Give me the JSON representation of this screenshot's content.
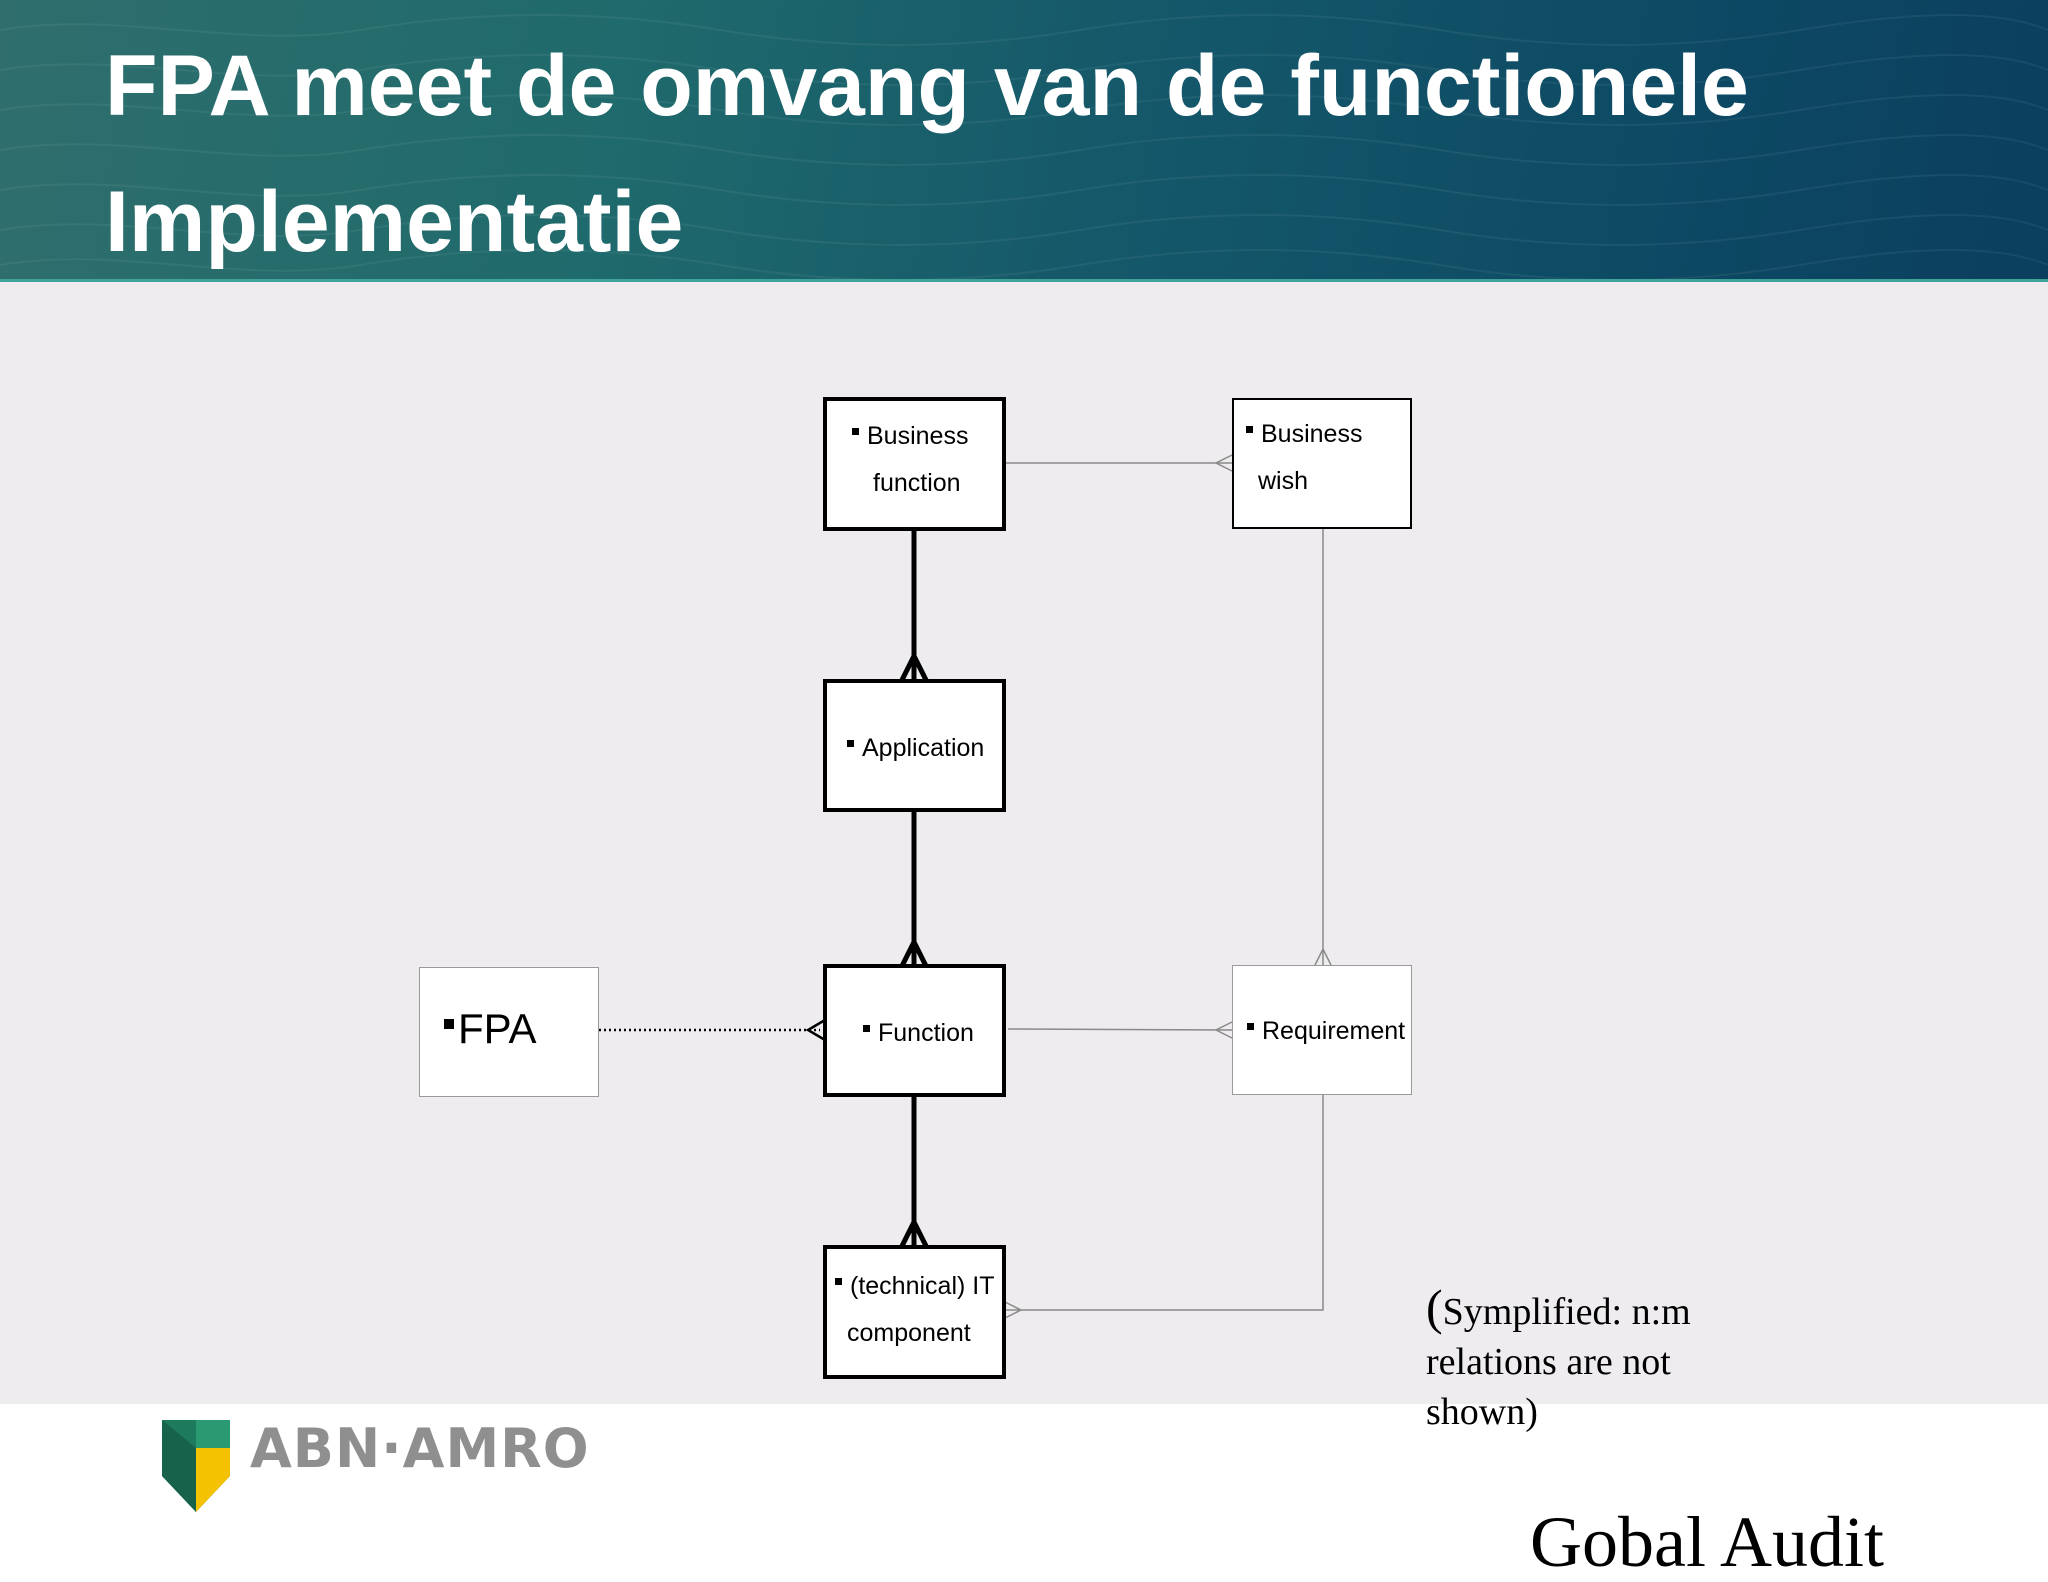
{
  "slide": {
    "title": "FPA meet de omvang van de functionele\nImplementatie"
  },
  "diagram": {
    "boxes": {
      "business_function": {
        "line1": "Business",
        "line2": "function"
      },
      "business_wish": {
        "line1": "Business",
        "line2": "wish"
      },
      "application": {
        "label": "Application"
      },
      "function": {
        "label": "Function"
      },
      "requirement": {
        "label": "Requirement"
      },
      "fpa": {
        "label": "FPA"
      },
      "it_component": {
        "line1": "(technical) IT",
        "line2": "component"
      }
    }
  },
  "note": {
    "open": "(",
    "text_line1": "Symplified: n:m",
    "text_line2": "relations are not",
    "text_line3": "shown)"
  },
  "footer": {
    "brand": "ABN·AMRO",
    "partial_text": "Gobal Audit"
  },
  "colors": {
    "header_dark": "#0b3f5e",
    "header_light": "#2f6e6d",
    "content_bg": "#eeecef",
    "brand_green": "#1d7a5c",
    "brand_yellow": "#f4c200"
  }
}
